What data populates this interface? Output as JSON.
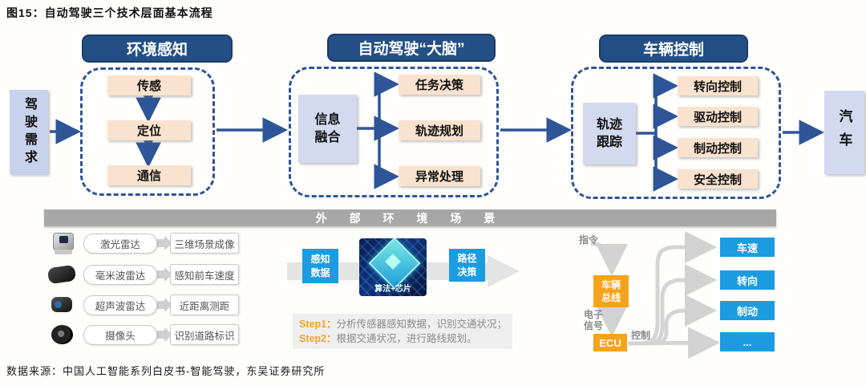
{
  "title": "图15：自动驾驶三个技术层面基本流程",
  "source": "数据来源：中国人工智能系列白皮书-智能驾驶，东吴证券研究所",
  "flow": {
    "input": "驾驶需求",
    "output": "汽车",
    "sections": [
      {
        "header": "环境感知",
        "items": [
          "传感",
          "定位",
          "通信"
        ]
      },
      {
        "header": "自动驾驶“大脑”",
        "hub": "信息融合",
        "items": [
          "任务决策",
          "轨迹规划",
          "异常处理"
        ]
      },
      {
        "header": "车辆控制",
        "hub": "轨迹跟踪",
        "items": [
          "转向控制",
          "驱动控制",
          "制动控制",
          "安全控制"
        ]
      }
    ]
  },
  "env_bar": "外 部 环 境 场 景",
  "sensors": {
    "rows": [
      {
        "icon": "lidar-icon",
        "label": "激光雷达",
        "result": "三维场景成像"
      },
      {
        "icon": "mmwave-radar-icon",
        "label": "毫米波雷达",
        "result": "感知前车速度"
      },
      {
        "icon": "ultrasonic-radar-icon",
        "label": "超声波雷达",
        "result": "近距离测距"
      },
      {
        "icon": "camera-icon",
        "label": "摄像头",
        "result": "识别道路标识"
      }
    ]
  },
  "brain_pipeline": {
    "input": "感知数据",
    "chip_caption": "算法+芯片",
    "output": "路径决策",
    "steps": [
      {
        "label": "Step1：",
        "text": "分析传感器感知数据，识别交通状况；"
      },
      {
        "label": "Step2：",
        "text": "根据交通状况，进行路线规划。"
      }
    ]
  },
  "control_pipeline": {
    "command_label": "指令",
    "bus": "车辆总线",
    "signal_label": "电子信号",
    "ecu": "ECU",
    "control_label": "控制",
    "targets": [
      "车速",
      "转向",
      "制动",
      "..."
    ]
  },
  "colors": {
    "header_navy": "#234F85",
    "dash_blue": "#2E5597",
    "peach": "#FAE3CE",
    "lavender": "#D3DAF0",
    "azure": "#1B9CE1",
    "orange": "#F6A21C",
    "env_bar_gray": "#A7A7A7",
    "light_arrow_gray": "#D9D9D9",
    "step_bg": "#EFEFEF",
    "step_label_orange": "#F0A22E"
  }
}
